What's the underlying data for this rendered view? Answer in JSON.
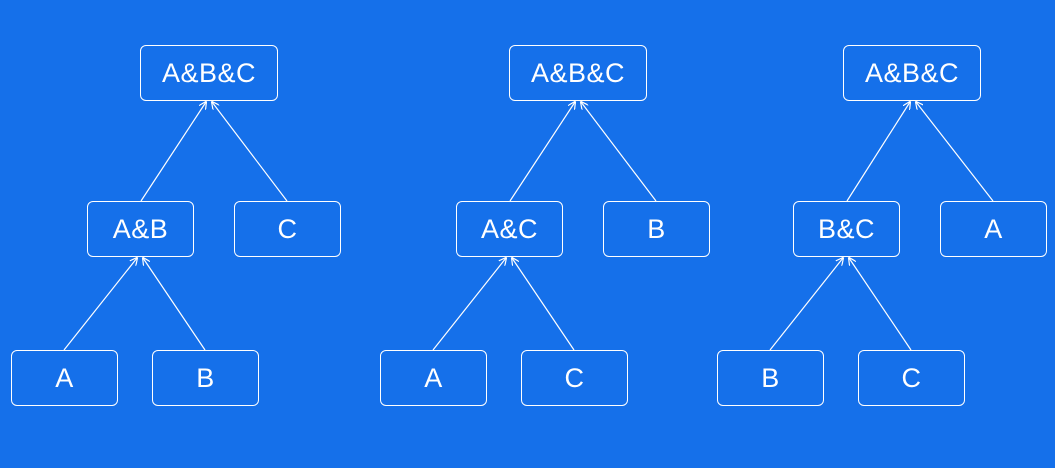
{
  "background_color": "#1570ea",
  "line_color": "#ffffff",
  "trees": [
    {
      "root": "A&B&C",
      "merged": "A&B",
      "single": "C",
      "leaf_left": "A",
      "leaf_right": "B"
    },
    {
      "root": "A&B&C",
      "merged": "A&C",
      "single": "B",
      "leaf_left": "A",
      "leaf_right": "C"
    },
    {
      "root": "A&B&C",
      "merged": "B&C",
      "single": "A",
      "leaf_left": "B",
      "leaf_right": "C"
    }
  ]
}
